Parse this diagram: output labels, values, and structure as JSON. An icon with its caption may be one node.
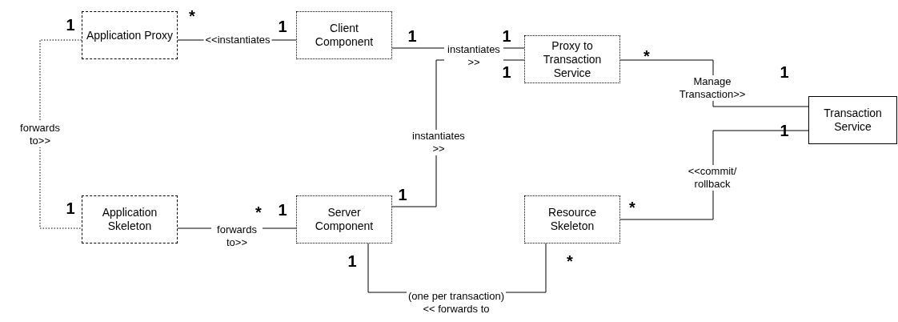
{
  "diagram": {
    "nodes": [
      {
        "text": [
          "Application Proxy"
        ]
      },
      {
        "text": [
          "Client Component"
        ]
      },
      {
        "text": [
          "Proxy to Transaction Service"
        ]
      },
      {
        "text": [
          "Transaction Service"
        ]
      },
      {
        "text": [
          "Application Skeleton"
        ]
      },
      {
        "text": [
          "Server Component"
        ]
      },
      {
        "text": [
          "Resource Skeleton"
        ]
      }
    ],
    "edges": [
      {
        "from": 1,
        "to": 0,
        "arrow": "none",
        "label": "<<instantiates"
      },
      {
        "from": 1,
        "to": 2,
        "arrow": "none",
        "label": "instantiates >>"
      },
      {
        "from": 5,
        "to": 2,
        "arrow": "none",
        "label": "instantiates >>"
      },
      {
        "from": 2,
        "to": 3,
        "arrow": "none",
        "label": "Manage Transaction>>"
      },
      {
        "from": 6,
        "to": 3,
        "arrow": "none",
        "label": "<<commit/ rollback"
      },
      {
        "from": 0,
        "to": 4,
        "arrow": "none",
        "label": "forwards to>>",
        "style": "dashed"
      },
      {
        "from": 4,
        "to": 5,
        "arrow": "none",
        "label": "forwards to>>"
      },
      {
        "from": 5,
        "to": 6,
        "arrow": "none",
        "label": "(one per transaction) << forwards to"
      }
    ],
    "labels": [
      "*",
      "1",
      "1",
      "1",
      "1",
      "1",
      "*",
      "1",
      "1",
      "1",
      "*",
      "1",
      "1",
      "1",
      "*",
      "*"
    ]
  }
}
